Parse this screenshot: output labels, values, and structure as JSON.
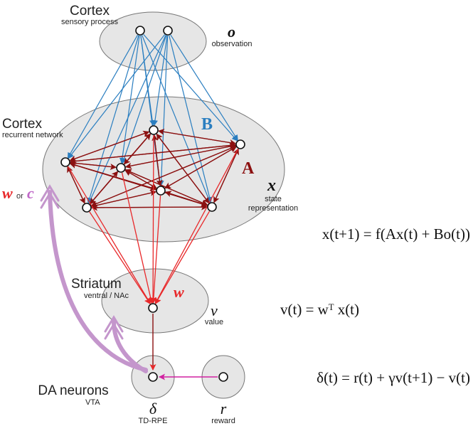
{
  "regions": {
    "cortex_sensory": {
      "title": "Cortex",
      "subtitle": "sensory process"
    },
    "cortex_recurrent": {
      "title": "Cortex",
      "subtitle": "recurrent network"
    },
    "striatum": {
      "title": "Striatum",
      "subtitle": "ventral / NAc"
    },
    "da_neurons": {
      "title": "DA neurons",
      "subtitle": "VTA"
    }
  },
  "variables": {
    "observation": {
      "symbol": "o",
      "label": "observation"
    },
    "state": {
      "symbol": "x",
      "label_line1": "state",
      "label_line2": "representation"
    },
    "value": {
      "symbol": "v",
      "label": "value"
    },
    "tdrpe": {
      "symbol": "δ",
      "label": "TD-RPE"
    },
    "reward": {
      "symbol": "r",
      "label": "reward"
    }
  },
  "matrices": {
    "B": "B",
    "A": "A",
    "w": "w"
  },
  "plasticity": {
    "w": "w",
    "or": "or",
    "c": "c"
  },
  "equations": {
    "state_update": "x(t+1) = f(Ax(t) + Bo(t))",
    "value": "v(t) = wᵀ x(t)",
    "td_error": "δ(t) = r(t) + γv(t+1) − v(t)"
  },
  "colors": {
    "region_fill": "#e6e6e6",
    "input_arrow": "#2a7ec0",
    "recurrent_arrow": "#8b1010",
    "readout_arrow": "#e8282a",
    "reward_arrow": "#d020a0",
    "plasticity_arrow": "#c496cc",
    "w_label": "#e8282a",
    "c_label": "#c068c8",
    "A_label": "#8b1010",
    "B_label": "#2a7ec0"
  }
}
